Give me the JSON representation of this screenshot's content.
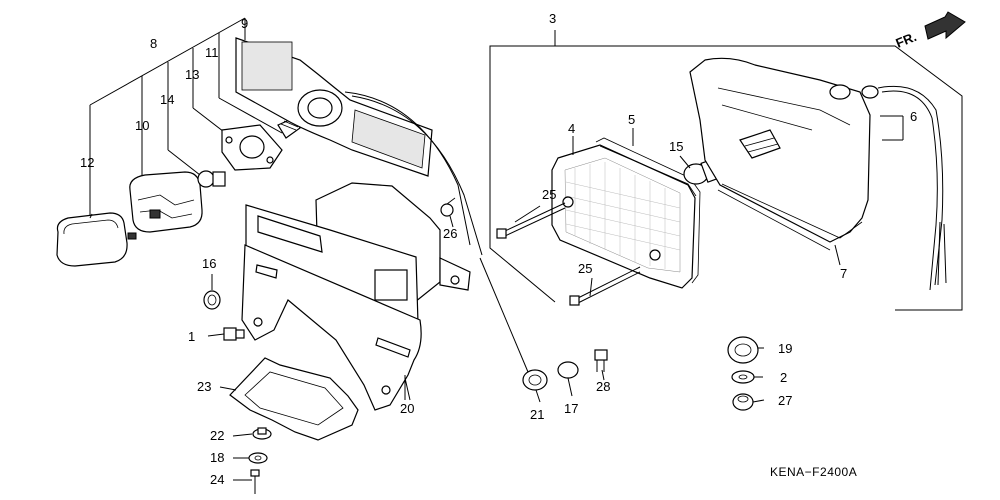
{
  "diagram": {
    "callouts": [
      "1",
      "2",
      "3",
      "4",
      "5",
      "6",
      "7",
      "8",
      "9",
      "10",
      "11",
      "12",
      "13",
      "14",
      "15",
      "16",
      "17",
      "18",
      "19",
      "20",
      "21",
      "22",
      "23",
      "24",
      "25",
      "25",
      "26",
      "27",
      "28"
    ],
    "direction_label": "FR.",
    "figure_code": "KENA−F2400A"
  }
}
